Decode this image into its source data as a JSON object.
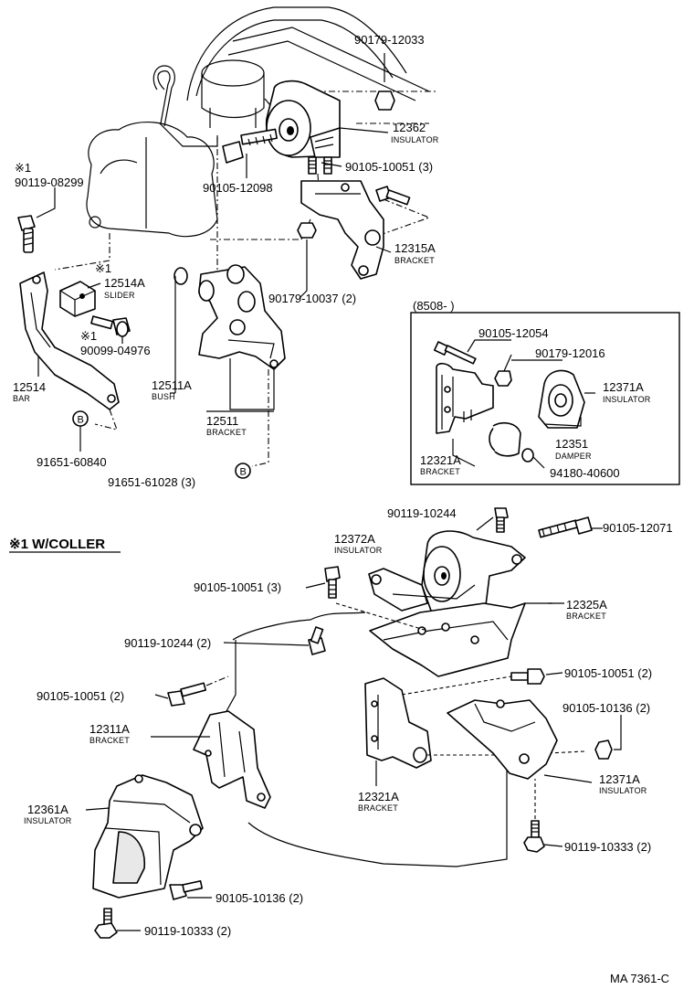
{
  "labels": {
    "p90179_12033": "90179-12033",
    "p12362": "12362",
    "p12362_sub": "INSULATOR",
    "p90105_10051_top": "90105-10051 (3)",
    "p90105_12098": "90105-12098",
    "mark_top": "※1",
    "p90119_08299": "90119-08299",
    "p12315A": "12315A",
    "p12315A_sub": "BRACKET",
    "mark_slider": "※1",
    "p12514A": "12514A",
    "p12514A_sub": "SLIDER",
    "p90179_10037": "90179-10037 (2)",
    "mark_bolt": "※1",
    "p90099_04976": "90099-04976",
    "p12514": "12514",
    "p12514_sub": "BAR",
    "p12511A": "12511A",
    "p12511A_sub": "BUSH",
    "p12511": "12511",
    "p12511_sub": "BRACKET",
    "b_circle_1": "B",
    "p91651_60840": "91651-60840",
    "p91651_61028": "91651-61028 (3)",
    "b_circle_2": "B",
    "inset_range": "(8508-          )",
    "i90105_12054": "90105-12054",
    "i90179_12016": "90179-12016",
    "i12371A": "12371A",
    "i12371A_sub": "INSULATOR",
    "i12321A": "12321A",
    "i12321A_sub": "BRACKET",
    "i12351": "12351",
    "i12351_sub": "DAMPER",
    "i94180_40600": "94180-40600",
    "w_coller": "※1  W/COLLER",
    "p90119_10244_top": "90119-10244",
    "p12372A": "12372A",
    "p12372A_sub": "INSULATOR",
    "p90105_12071": "90105-12071",
    "p90105_10051_mid": "90105-10051  (3)",
    "p12325A": "12325A",
    "p12325A_sub": "BRACKET",
    "p90119_10244_2": "90119-10244 (2)",
    "p90105_10051_right": "90105-10051 (2)",
    "p90105_10051_left": "90105-10051 (2)",
    "p90105_10136_right": "90105-10136 (2)",
    "p12311A": "12311A",
    "p12311A_sub": "BRACKET",
    "p12321A": "12321A",
    "p12321A_sub": "BRACKET",
    "p12371A": "12371A",
    "p12371A_sub": "INSULATOR",
    "p12361A": "12361A",
    "p12361A_sub": "INSULATOR",
    "p90105_10136_bottom": "90105-10136 (2)",
    "p90119_10333_right": "90119-10333 (2)",
    "p90119_10333_bottom": "90119-10333 (2)",
    "code": "MA 7361-C"
  }
}
